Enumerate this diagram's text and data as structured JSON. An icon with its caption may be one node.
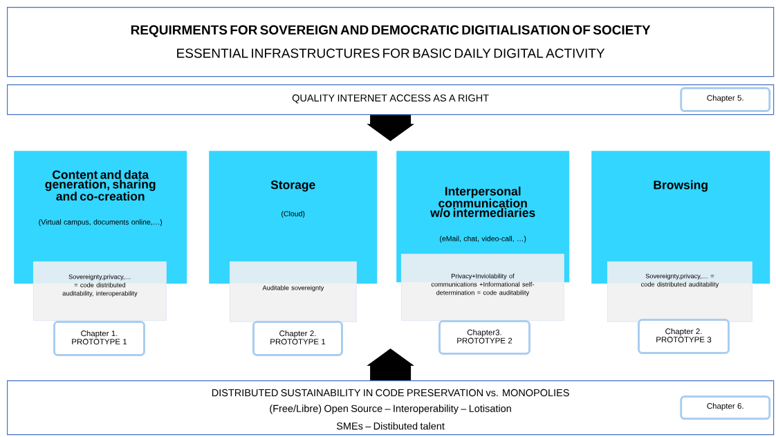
{
  "diagram": {
    "nodes": [
      {
        "text": [
          "REQUIRMENTS FOR SOVEREIGN AND DEMOCRATIC DIGITIALISATION OF SOCIETY",
          "ESSENTIAL INFRASTRUCTURES FOR BASIC DAILY DIGITAL ACTIVITY"
        ]
      },
      {
        "text": [
          "QUALITY INTERNET ACCESS AS A RIGHT"
        ]
      },
      {
        "text": [
          "Chapter 5."
        ],
        "in": 1
      },
      {
        "text": [
          "Content and data generation, sharing and co-creation",
          "(Virtual campus, documents online,…)"
        ]
      },
      {
        "text": [
          "Sovereignty,privacy,… = code distributed auditability, interoperability"
        ]
      },
      {
        "text": [
          "Chapter 1. PROTOTYPE 1"
        ]
      },
      {
        "text": [
          "Storage",
          "(Cloud)"
        ]
      },
      {
        "text": [
          "Auditable sovereignty"
        ]
      },
      {
        "text": [
          "Chapter 2. PROTOTYPE 1"
        ]
      },
      {
        "text": [
          "Interpersonal communication w/o intermediaries",
          "(eMail, chat, video-call, …)"
        ]
      },
      {
        "text": [
          "Privacy+Inviolability of communications +Informational self-determination = code auditability"
        ]
      },
      {
        "text": [
          "Chapter3. PROTOTYPE 2"
        ]
      },
      {
        "text": [
          "Browsing"
        ]
      },
      {
        "text": [
          "Sovereignty,privacy,… = code distributed auditability"
        ]
      },
      {
        "text": [
          "Chapter 2. PROTOTYPE 3"
        ]
      },
      {
        "text": [
          "DISTRIBUTED SUSTAINABILITY IN CODE PRESERVATION vs. MONOPOLIES",
          "(Free/Libre) Open Source – Interoperability – Lotisation",
          "SMEs – Distibuted talent"
        ]
      },
      {
        "text": [
          "Chapter 6."
        ],
        "in": 15
      }
    ],
    "edges": [
      {
        "from": 1,
        "to": null,
        "arrow": "to"
      },
      {
        "from": 15,
        "to": null,
        "arrow": "to"
      }
    ]
  }
}
